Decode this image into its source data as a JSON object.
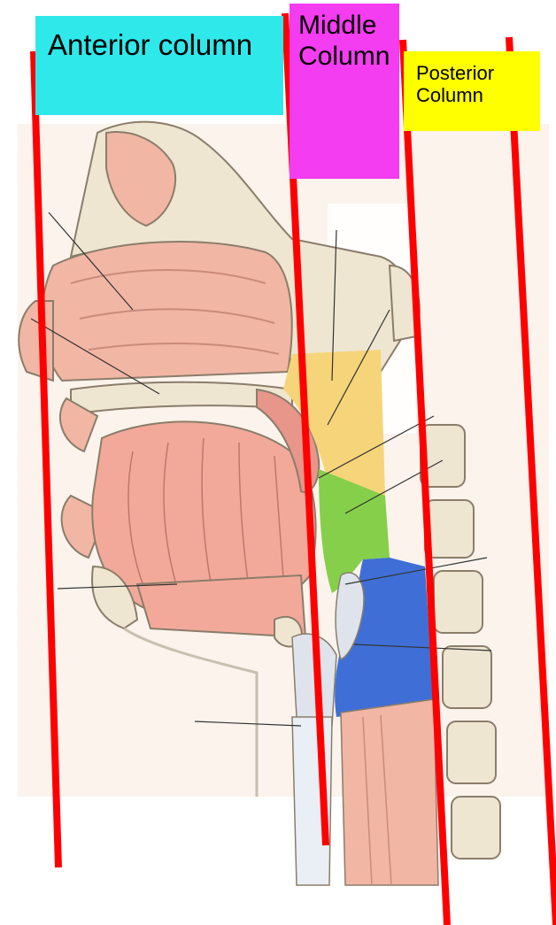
{
  "labels": {
    "anterior": "Anterior column",
    "middle": "Middle Column",
    "posterior": "Posterior Column"
  },
  "colors": {
    "anterior_box": "#2ee8ea",
    "middle_box": "#f43cf0",
    "posterior_box": "#ffff00",
    "column_line": "#ff0000",
    "nasopharynx": "#f6d57a",
    "oropharynx": "#86cf4a",
    "hypopharynx": "#3f6fd6",
    "muscle": "#f2a99a",
    "bone": "#efe6d2",
    "outline": "#8a7d6a"
  }
}
